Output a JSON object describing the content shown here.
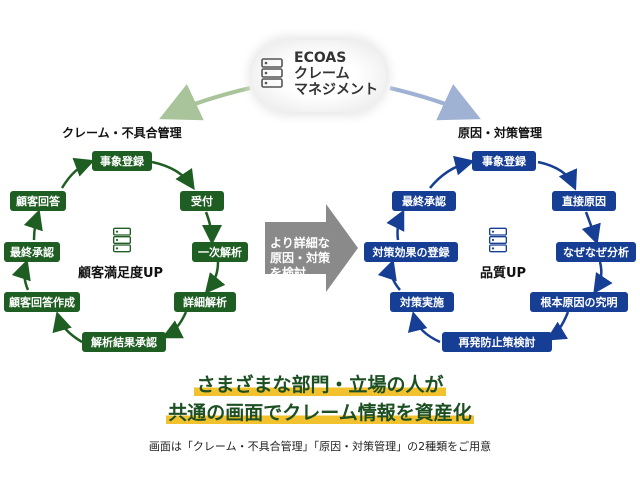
{
  "center": {
    "brand": "ECOAS",
    "line2": "クレーム",
    "line3": "マネジメント"
  },
  "left": {
    "title": "クレーム・不具合管理",
    "steps": [
      "事象登録",
      "受付",
      "一次解析",
      "詳細解析",
      "解析結果承認",
      "顧客回答作成",
      "最終承認",
      "顧客回答"
    ],
    "goal": "顧客満足度UP",
    "color": "#1f5e22"
  },
  "right": {
    "title": "原因・対策管理",
    "steps": [
      "事象登録",
      "直接原因",
      "なぜなぜ分析",
      "根本原因の究明",
      "再発防止策検討",
      "対策実施",
      "対策効果の登録",
      "最終承認"
    ],
    "goal": "品質UP",
    "color": "#173e95"
  },
  "middle_arrow": {
    "text": "より詳細な原因・対策を検討"
  },
  "headline": {
    "line1": "さまざまな部門・立場の人が",
    "line2": "共通の画面でクレーム情報を資産化"
  },
  "note": "画面は「クレーム・不具合管理」「原因・対策管理」の2種類をご用意",
  "icons": [
    "server-icon"
  ]
}
